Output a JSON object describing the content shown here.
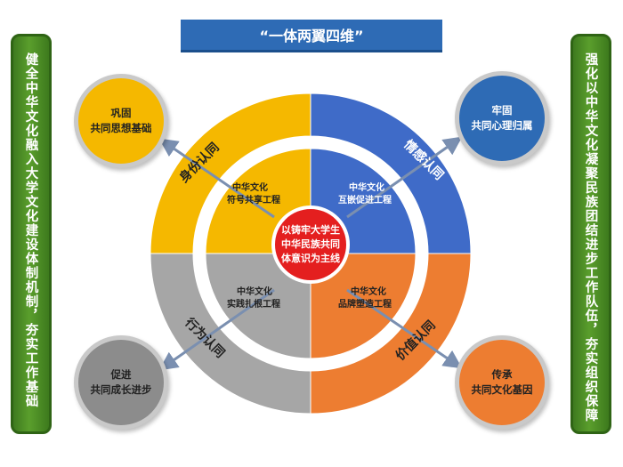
{
  "title": "“一体两翼四维”",
  "left_banner": "健全中华文化融入大学文化建设体制机制，夯实工作基础",
  "right_banner": "强化以中华文化凝聚民族团结进步工作队伍，夯实组织保障",
  "center": {
    "line1": "以铸牢大学生",
    "line2": "中华民族共同",
    "line3": "体意识为主线"
  },
  "quadrants": {
    "top_left": {
      "ring": "身份认同",
      "inner_line1": "中华文化",
      "inner_line2": "符号共享工程",
      "color": "#f5b800"
    },
    "top_right": {
      "ring": "情感认同",
      "inner_line1": "中华文化",
      "inner_line2": "互嵌促进工程",
      "color": "#3f6bc8"
    },
    "bottom_left": {
      "ring": "行为认同",
      "inner_line1": "中华文化",
      "inner_line2": "实践扎根工程",
      "color": "#a6a6a6"
    },
    "bottom_right": {
      "ring": "价值认同",
      "inner_line1": "中华文化",
      "inner_line2": "品牌塑造工程",
      "color": "#ed7d31"
    }
  },
  "corners": {
    "top_left": {
      "line1": "巩固",
      "line2": "共同思想基础",
      "color": "#f5b800",
      "text_color": "#222222"
    },
    "top_right": {
      "line1": "牢固",
      "line2": "共同心理归属",
      "color": "#2e6bb5",
      "text_color": "#ffffff"
    },
    "bottom_left": {
      "line1": "促进",
      "line2": "共同成长进步",
      "color": "#8c8c8c",
      "text_color": "#222222"
    },
    "bottom_right": {
      "line1": "传承",
      "line2": "共同文化基因",
      "color": "#ed7d31",
      "text_color": "#222222"
    }
  }
}
